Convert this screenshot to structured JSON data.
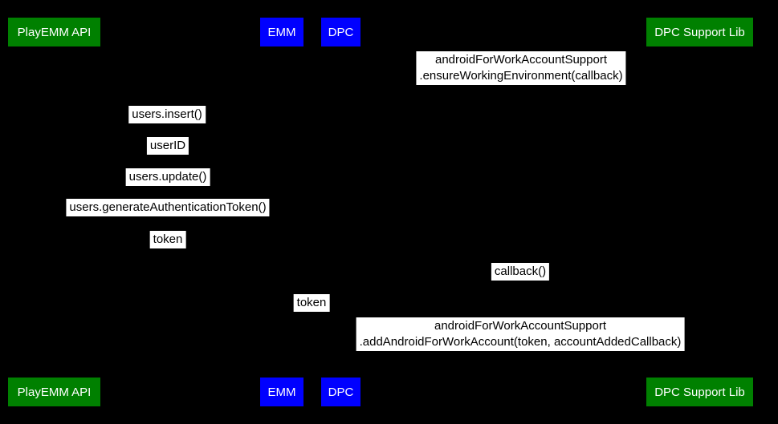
{
  "diagram": {
    "type": "sequence",
    "colors": {
      "background": "#000000",
      "actor_green": "#008000",
      "actor_blue": "#0000ff",
      "actor_text": "#ffffff",
      "message_bg": "#ffffff",
      "message_text": "#000000"
    },
    "actors": [
      {
        "label": "PlayEMM API",
        "color": "#008000"
      },
      {
        "label": "EMM",
        "color": "#0000ff"
      },
      {
        "label": "DPC",
        "color": "#0000ff"
      },
      {
        "label": "DPC Support Lib",
        "color": "#008000"
      }
    ],
    "messages": [
      {
        "lines": [
          "androidForWorkAccountSupport",
          ".ensureWorkingEnvironment(callback)"
        ]
      },
      {
        "lines": [
          "users.insert()"
        ]
      },
      {
        "lines": [
          "userID"
        ]
      },
      {
        "lines": [
          "users.update()"
        ]
      },
      {
        "lines": [
          "users.generateAuthenticationToken()"
        ]
      },
      {
        "lines": [
          "token"
        ]
      },
      {
        "lines": [
          "callback()"
        ]
      },
      {
        "lines": [
          "token"
        ]
      },
      {
        "lines": [
          "androidForWorkAccountSupport",
          ".addAndroidForWorkAccount(token, accountAddedCallback)"
        ]
      }
    ]
  }
}
